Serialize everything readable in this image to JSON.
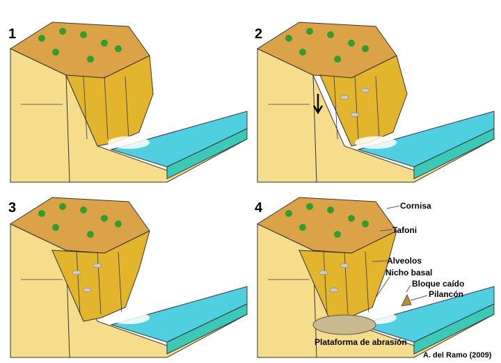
{
  "panels": [
    {
      "number": "1"
    },
    {
      "number": "2"
    },
    {
      "number": "3"
    },
    {
      "number": "4"
    }
  ],
  "labels": {
    "cornisa": "Cornisa",
    "tafoni": "Tafoni",
    "alveolos": "Alveolos",
    "nicho_basal": "Nicho basal",
    "bloque_caido": "Bloque caído",
    "pilancon": "Pilancón",
    "plataforma": "Plataforma de abrasión"
  },
  "credit": "A. del Ramo (2009)",
  "colors": {
    "ground": "#f6dd8c",
    "top": "#dca247",
    "cliff": "#e2b52c",
    "sea": "#4fcfe0",
    "sea_front": "#3cc9b8",
    "vegetation": "#2f9e2f"
  }
}
